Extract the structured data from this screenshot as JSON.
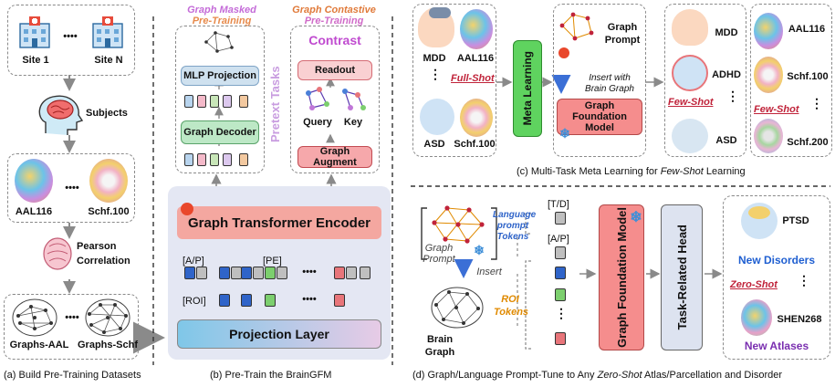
{
  "panel_a": {
    "site1": "Site 1",
    "site_dots": "••••",
    "siteN": "Site N",
    "subjects": "Subjects",
    "aal116": "AAL116",
    "atlas_dots": "••••",
    "schf100": "Schf.100",
    "pearson": "Pearson",
    "correlation": "Correlation",
    "graphs_aal": "Graphs-AAL",
    "graph_dots": "••••",
    "graphs_schf": "Graphs-Schf",
    "caption": "(a) Build  Pre-Training Datasets"
  },
  "panel_b": {
    "gmp_title_1": "Graph Masked",
    "gmp_title_2": "Pre-Training",
    "gcp_title_1": "Graph Contastive",
    "gcp_title_2": "Pre-Training",
    "mlp_projection": "MLP Projection",
    "graph_decoder": "Graph Decoder",
    "pretext_tasks": "Pretext Tasks",
    "contrast": "Contrast",
    "readout": "Readout",
    "query": "Query",
    "key": "Key",
    "graph_augment": "Graph Augment",
    "encoder": "Graph Transformer Encoder",
    "ap_token": "[A/P]",
    "pe_token": "[PE]",
    "roi_token": "[ROI]",
    "dots": "••••",
    "projection_layer": "Projection Layer",
    "caption": "(b) Pre-Train the BrainGFM"
  },
  "panel_c": {
    "mdd": "MDD",
    "aal116": "AAL116",
    "full_shot": "Full-Shot",
    "asd": "ASD",
    "schf100": "Schf.100",
    "meta_learning": "Meta Learning",
    "graph_prompt_1": "Graph",
    "graph_prompt_2": "Prompt",
    "insert_1": "Insert with",
    "insert_2": "Brain Graph",
    "gfm_1": "Graph Foundation",
    "gfm_2": "Model",
    "out_mdd": "MDD",
    "out_adhd": "ADHD",
    "few_shot": "Few-Shot",
    "out_asd": "ASD",
    "out_aal116": "AAL116",
    "out_schf100": "Schf.100",
    "few_shot_2": "Few-Shot",
    "out_schf200": "Schf.200",
    "caption_pre": "(c) Multi-Task Meta Learning for ",
    "caption_em": "Few-Shot",
    "caption_post": " Learning"
  },
  "panel_d": {
    "graph_prompt_1": "Graph",
    "graph_prompt_2": "Prompt",
    "insert": "Insert",
    "brain_graph_1": "Brain",
    "brain_graph_2": "Graph",
    "lang_1": "Language",
    "lang_2": "prompt",
    "lang_3": "Tokens",
    "td_token": "[T/D]",
    "ap_token": "[A/P]",
    "roi_1": "ROI",
    "roi_2": "Tokens",
    "gfm": "Graph Foundation Model",
    "head": "Task-Related Head",
    "ptsd": "PTSD",
    "new_disorders": "New Disorders",
    "zero_shot": "Zero-Shot",
    "shen268": "SHEN268",
    "new_atlases": "New Atlases",
    "caption_pre": "(d) Graph/Language Prompt-Tune to Any ",
    "caption_em": "Zero-Shot",
    "caption_post": " Atlas/Parcellation and Disorder"
  },
  "colors": {
    "encoder_bg": "#e4e7f3",
    "encoder_bar": "#f4a7a0",
    "projection_bar": "#b8d4ee",
    "meta_learning": "#5fd35f",
    "gfm": "#f58d8d",
    "head": "#dde3f0",
    "token_blue": "#2f64c9",
    "token_green": "#7ccf6e",
    "token_red": "#e8757a",
    "token_gray": "#bfbfbf",
    "accent_red": "#c0233a"
  }
}
